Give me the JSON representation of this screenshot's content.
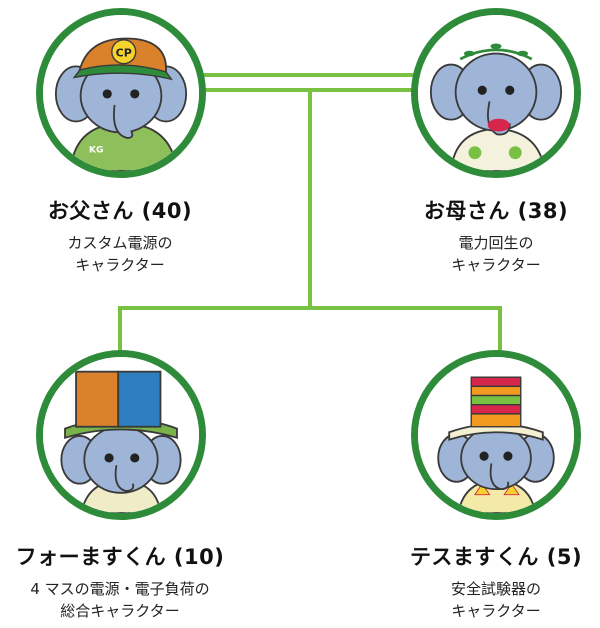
{
  "colors": {
    "connector": "#79c143",
    "ring": "#2e8b3a",
    "elephant_skin": "#9fb5d8",
    "elephant_outline": "#3a3a3a"
  },
  "members": [
    {
      "id": "father",
      "name": "お父さん (40)",
      "desc": [
        "カスタム電源の",
        "キャラクター"
      ],
      "cap_text": "CP",
      "badge_text": "KG"
    },
    {
      "id": "mother",
      "name": "お母さん (38)",
      "desc": [
        "電力回生の",
        "キャラクター"
      ]
    },
    {
      "id": "son1",
      "name": "フォーますくん (10)",
      "desc": [
        "4 マスの電源・電子負荷の",
        "総合キャラクター"
      ]
    },
    {
      "id": "son2",
      "name": "テスますくん (5)",
      "desc": [
        "安全試験器の",
        "キャラクター"
      ]
    }
  ]
}
